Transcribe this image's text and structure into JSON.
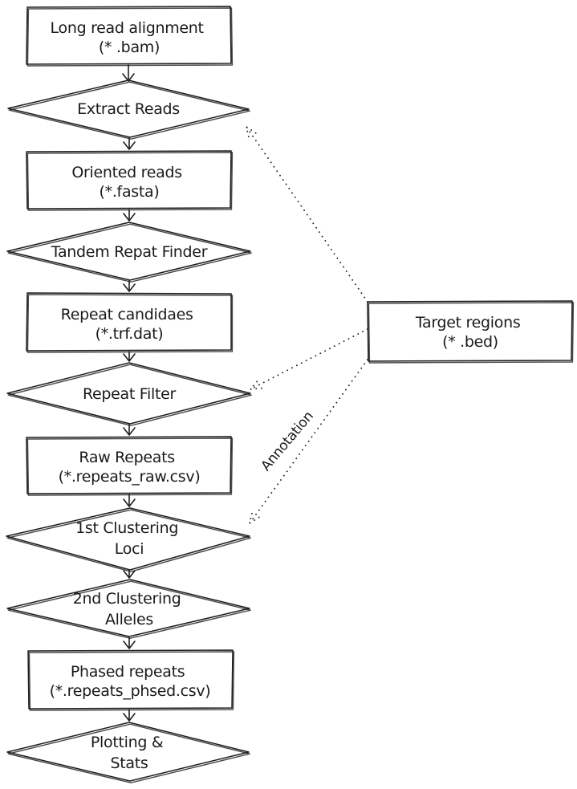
{
  "flow": {
    "background": "#ffffff",
    "stroke_color": "#1e1e1e",
    "nodes": [
      {
        "id": "long-read-alignment",
        "shape": "rectangle",
        "line1": "Long read alignment",
        "line2": "(* .bam)"
      },
      {
        "id": "extract-reads",
        "shape": "diamond",
        "line1": "Extract Reads"
      },
      {
        "id": "oriented-reads",
        "shape": "rectangle",
        "line1": "Oriented reads",
        "line2": "(*.fasta)"
      },
      {
        "id": "tandem-repeat-finder",
        "shape": "diamond",
        "line1": "Tandem Repat Finder"
      },
      {
        "id": "repeat-candidates",
        "shape": "rectangle",
        "line1": "Repeat candidaes",
        "line2": "(*.trf.dat)"
      },
      {
        "id": "repeat-filter",
        "shape": "diamond",
        "line1": "Repeat Filter"
      },
      {
        "id": "raw-repeats",
        "shape": "rectangle",
        "line1": "Raw Repeats",
        "line2": "(*.repeats_raw.csv)"
      },
      {
        "id": "first-clustering-loci",
        "shape": "diamond",
        "line1": "1st Clustering",
        "line2": "Loci"
      },
      {
        "id": "second-clustering-alleles",
        "shape": "diamond",
        "line1": "2nd Clustering",
        "line2": "Alleles"
      },
      {
        "id": "phased-repeats",
        "shape": "rectangle",
        "line1": "Phased repeats",
        "line2": "(*.repeats_phsed.csv)"
      },
      {
        "id": "plotting-stats",
        "shape": "diamond",
        "line1": "Plotting &",
        "line2": "Stats"
      },
      {
        "id": "target-regions",
        "shape": "rectangle",
        "line1": "Target regions",
        "line2": "(* .bed)"
      }
    ],
    "edges": [
      {
        "from": "long-read-alignment",
        "to": "extract-reads",
        "style": "solid"
      },
      {
        "from": "extract-reads",
        "to": "oriented-reads",
        "style": "solid"
      },
      {
        "from": "oriented-reads",
        "to": "tandem-repeat-finder",
        "style": "solid"
      },
      {
        "from": "tandem-repeat-finder",
        "to": "repeat-candidates",
        "style": "solid"
      },
      {
        "from": "repeat-candidates",
        "to": "repeat-filter",
        "style": "solid"
      },
      {
        "from": "repeat-filter",
        "to": "raw-repeats",
        "style": "solid"
      },
      {
        "from": "raw-repeats",
        "to": "first-clustering-loci",
        "style": "solid"
      },
      {
        "from": "first-clustering-loci",
        "to": "second-clustering-alleles",
        "style": "solid"
      },
      {
        "from": "second-clustering-alleles",
        "to": "phased-repeats",
        "style": "solid"
      },
      {
        "from": "phased-repeats",
        "to": "plotting-stats",
        "style": "solid"
      },
      {
        "from": "target-regions",
        "to": "extract-reads",
        "style": "dotted"
      },
      {
        "from": "target-regions",
        "to": "repeat-filter",
        "style": "dotted"
      },
      {
        "from": "target-regions",
        "to": "first-clustering-loci",
        "style": "dotted",
        "label": "Annotation"
      }
    ],
    "annotation_label": "Annotation"
  }
}
